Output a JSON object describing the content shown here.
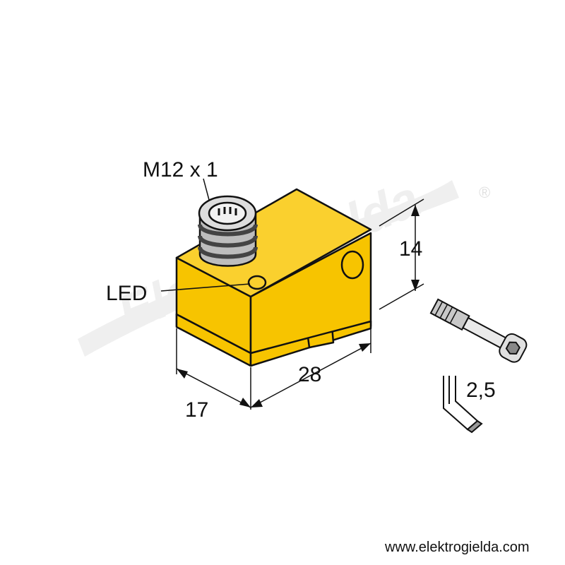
{
  "labels": {
    "connector": "M12 x 1",
    "led": "LED",
    "height": "14",
    "length": "28",
    "width": "17",
    "hex_key": "2,5"
  },
  "watermark": {
    "brand": "Elektrogielda",
    "registered": "®"
  },
  "footer": {
    "url": "www.elektrogielda.com"
  },
  "colors": {
    "housing": "#F7C400",
    "housing_light": "#FAD02E",
    "outline": "#111111",
    "watermark": "#EEEEEE",
    "connector_grey": "#BDBDBD"
  },
  "icons": [
    "sensor-housing",
    "m12-connector",
    "mounting-screw-icon",
    "hex-key-icon"
  ]
}
